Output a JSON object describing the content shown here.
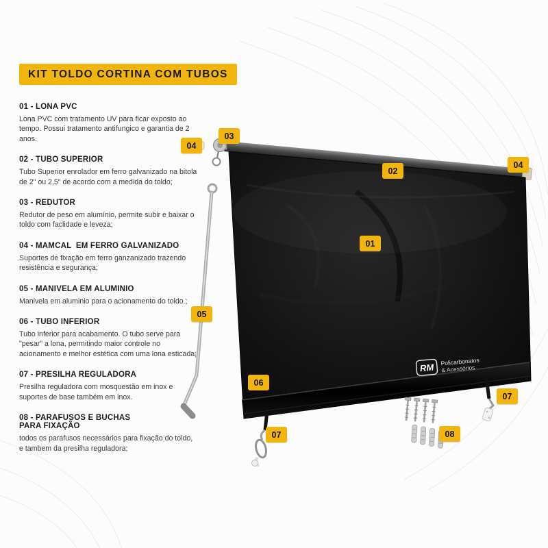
{
  "title": "KIT TOLDO CORTINA COM TUBOS",
  "parts": [
    {
      "heading": "01 - LONA PVC",
      "description": "Lona PVC com tratamento UV para ficar exposto ao tempo. Possui tratamento antifungico e garantia de 2 anos."
    },
    {
      "heading": "02 - TUBO SUPERIOR",
      "description": "Tubo Superior enrolador em ferro galvanizado na bitola de 2\" ou 2,5\" de acordo com a medida do toldo;"
    },
    {
      "heading": "03 - REDUTOR",
      "description": "Redutor de peso em alumínio, permite subir e baixar o toldo com faclidade e leveza;"
    },
    {
      "heading": "04 - MAMCAL  EM FERRO GALVANIZADO",
      "description": "Suportes de fixação em ferro ganzanizado trazendo resistência e segurança;"
    },
    {
      "heading": "05 - MANIVELA EM ALUMINIO",
      "description": "Manivela em aluminio para o acionamento do toldo.;"
    },
    {
      "heading": "06 - TUBO INFERIOR",
      "description": "Tubo inferior para acabamento. O tubo serve para \"pesar\" a lona, permitindo maior controle no acionamento e melhor estética com uma lona esticada;"
    },
    {
      "heading": "07 - PRESILHA REGULADORA",
      "description": "Presilha reguladora com mosquestão em inox e suportes de base também em inox."
    },
    {
      "heading": "08 - PARAFUSOS E BUCHAS\nPARA FIXAÇÃO",
      "description": "todos os parafusos necessários para fixação do toldo, e tambem da presilha reguladora;"
    }
  ],
  "badges": [
    {
      "label": "03"
    },
    {
      "label": "04"
    },
    {
      "label": "02"
    },
    {
      "label": "04"
    },
    {
      "label": "01"
    },
    {
      "label": "05"
    },
    {
      "label": "06"
    },
    {
      "label": "07"
    },
    {
      "label": "08"
    },
    {
      "label": "07"
    }
  ],
  "watermark": {
    "brand": "RM",
    "line1": "Policarbonatos",
    "line2": "& Acessórios"
  },
  "colors": {
    "accent_yellow": "#F2B50D",
    "badge_text": "#15151f",
    "lona_black": "#0d0d0d",
    "heading_text": "#1e1e1e",
    "body_text": "#3a3a3a"
  }
}
